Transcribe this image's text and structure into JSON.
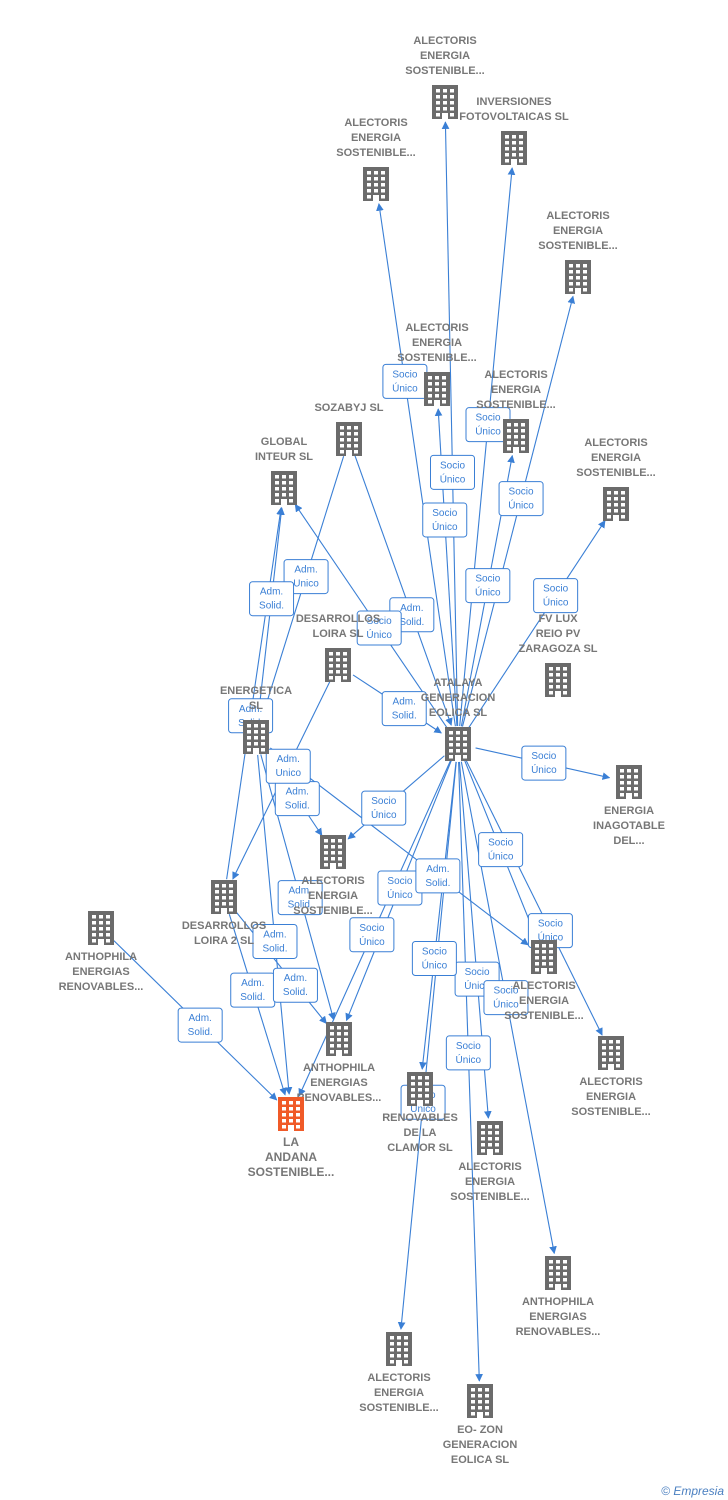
{
  "colors": {
    "edge": "#3a7fd5",
    "building": "#6b6b6b",
    "focus": "#f05a28"
  },
  "nodes": [
    {
      "id": "n1",
      "label": [
        "ALECTORIS",
        "ENERGIA",
        "SOSTENIBLE..."
      ]
    },
    {
      "id": "n2",
      "label": [
        "INVERSIONES",
        "FOTOVOLTAICAS SL"
      ]
    },
    {
      "id": "n3",
      "label": [
        "ALECTORIS",
        "ENERGIA",
        "SOSTENIBLE..."
      ]
    },
    {
      "id": "n4",
      "label": [
        "ALECTORIS",
        "ENERGIA",
        "SOSTENIBLE..."
      ]
    },
    {
      "id": "n5",
      "label": [
        "ALECTORIS",
        "ENERGIA",
        "SOSTENIBLE..."
      ]
    },
    {
      "id": "n6",
      "label": [
        "ALECTORIS",
        "ENERGIA",
        "SOSTENIBLE..."
      ]
    },
    {
      "id": "n7",
      "label": [
        "SOZABYJ SL"
      ]
    },
    {
      "id": "n8",
      "label": [
        "GLOBAL",
        "INTEUR SL"
      ]
    },
    {
      "id": "n9",
      "label": [
        "ALECTORIS",
        "ENERGIA",
        "SOSTENIBLE..."
      ]
    },
    {
      "id": "n10",
      "label": [
        "DESARROLLOS",
        "LOIRA SL"
      ]
    },
    {
      "id": "n11",
      "label": [
        "FV LUX",
        "REIO PV",
        "ZARAGOZA SL"
      ]
    },
    {
      "id": "n12",
      "label": [
        "ENERGETICA",
        "SL"
      ]
    },
    {
      "id": "n13",
      "label": [
        "ATALAYA",
        "GENERACION",
        "EOLICA SL"
      ]
    },
    {
      "id": "n14",
      "label": [
        "ENERGIA",
        "INAGOTABLE",
        "DEL..."
      ]
    },
    {
      "id": "n15",
      "label": [
        "ALECTORIS",
        "ENERGIA",
        "SOSTENIBLE..."
      ]
    },
    {
      "id": "n16",
      "label": [
        "DESARROLLOS",
        "LOIRA 2 SL"
      ]
    },
    {
      "id": "n17",
      "label": [
        "ANTHOPHILA",
        "ENERGIAS",
        "RENOVABLES..."
      ]
    },
    {
      "id": "n18",
      "label": [
        "ALECTORIS",
        "ENERGIA",
        "SOSTENIBLE..."
      ]
    },
    {
      "id": "n19",
      "label": [
        "ALECTORIS",
        "ENERGIA",
        "SOSTENIBLE..."
      ]
    },
    {
      "id": "n20",
      "label": [
        "ANTHOPHILA",
        "ENERGIAS",
        "RENOVABLES..."
      ]
    },
    {
      "id": "n21",
      "label": [
        "RENOVABLES",
        "DE LA",
        "CLAMOR SL"
      ]
    },
    {
      "id": "n22",
      "label": [
        "LA",
        "ANDANA",
        "SOSTENIBLE..."
      ],
      "focus": true
    },
    {
      "id": "n23",
      "label": [
        "ALECTORIS",
        "ENERGIA",
        "SOSTENIBLE..."
      ]
    },
    {
      "id": "n24",
      "label": [
        "ANTHOPHILA",
        "ENERGIAS",
        "RENOVABLES..."
      ]
    },
    {
      "id": "n25",
      "label": [
        "ALECTORIS",
        "ENERGIA",
        "SOSTENIBLE..."
      ]
    },
    {
      "id": "n26",
      "label": [
        "EO- ZON",
        "GENERACION",
        "EOLICA SL"
      ]
    }
  ],
  "edges": [
    {
      "from": "n13",
      "to": "n1",
      "tag": [
        "Socio",
        "Único"
      ]
    },
    {
      "from": "n13",
      "to": "n2",
      "tag": [
        "Socio",
        "Único"
      ]
    },
    {
      "from": "n13",
      "to": "n3",
      "tag": [
        "Socio",
        "Único"
      ]
    },
    {
      "from": "n13",
      "to": "n4",
      "tag": [
        "Socio",
        "Único"
      ]
    },
    {
      "from": "n13",
      "to": "n5",
      "tag": [
        "Socio",
        "Único"
      ]
    },
    {
      "from": "n13",
      "to": "n6",
      "tag": [
        "Socio",
        "Único"
      ]
    },
    {
      "from": "n13",
      "to": "n9",
      "tag": [
        "Socio",
        "Único"
      ]
    },
    {
      "from": "n13",
      "to": "n14",
      "tag": [
        "Socio",
        "Único"
      ]
    },
    {
      "from": "n13",
      "to": "n15",
      "tag": [
        "Socio",
        "Único"
      ]
    },
    {
      "from": "n13",
      "to": "n18",
      "tag": [
        "Socio",
        "Único"
      ]
    },
    {
      "from": "n13",
      "to": "n19",
      "tag": [
        "Socio",
        "Único"
      ]
    },
    {
      "from": "n13",
      "to": "n20",
      "tag": [
        "Socio",
        "Único"
      ]
    },
    {
      "from": "n13",
      "to": "n23",
      "tag": [
        "Socio",
        "Único"
      ]
    },
    {
      "from": "n13",
      "to": "n24",
      "tag": [
        "Socio",
        "Único"
      ]
    },
    {
      "from": "n13",
      "to": "n25",
      "tag": [
        "Socio",
        "Único"
      ]
    },
    {
      "from": "n13",
      "to": "n26",
      "tag": [
        "Socio",
        "Único"
      ]
    },
    {
      "from": "n7",
      "to": "n13",
      "tag": [
        "Adm.",
        "Solid."
      ]
    },
    {
      "from": "n7",
      "to": "n12",
      "tag": [
        "Adm.",
        "Unico"
      ]
    },
    {
      "from": "n10",
      "to": "n13",
      "tag": [
        "Adm.",
        "Solid."
      ]
    },
    {
      "from": "n13",
      "to": "n8",
      "tag": [
        "Socio",
        "Único"
      ]
    },
    {
      "from": "n12",
      "to": "n8",
      "tag": [
        "Adm.",
        "Solid."
      ]
    },
    {
      "from": "n16",
      "to": "n8",
      "tag": [
        "Adm.",
        "Solid."
      ]
    },
    {
      "from": "n12",
      "to": "n15",
      "tag": [
        "Adm.",
        "Solid."
      ]
    },
    {
      "from": "n10",
      "to": "n16",
      "tag": [
        "Adm.",
        "Unico"
      ]
    },
    {
      "from": "n12",
      "to": "n22",
      "tag": [
        "Adm.",
        "Solid."
      ]
    },
    {
      "from": "n16",
      "to": "n22",
      "tag": [
        "Adm.",
        "Solid."
      ]
    },
    {
      "from": "n12",
      "to": "n20",
      "tag": [
        "Adm.",
        "Solid."
      ]
    },
    {
      "from": "n16",
      "to": "n20",
      "tag": [
        "Adm.",
        "Solid."
      ]
    },
    {
      "from": "n17",
      "to": "n22",
      "tag": [
        "Adm.",
        "Solid."
      ]
    },
    {
      "from": "n12",
      "to": "n18",
      "tag": [
        "Adm.",
        "Solid."
      ]
    },
    {
      "from": "n13",
      "to": "n22",
      "tag": [
        "Socio",
        "Único"
      ]
    },
    {
      "from": "n13",
      "to": "n21",
      "tag": [
        "Socio",
        "Único"
      ]
    }
  ],
  "footer": {
    "copyright": "©",
    "brand": "Empresia"
  }
}
